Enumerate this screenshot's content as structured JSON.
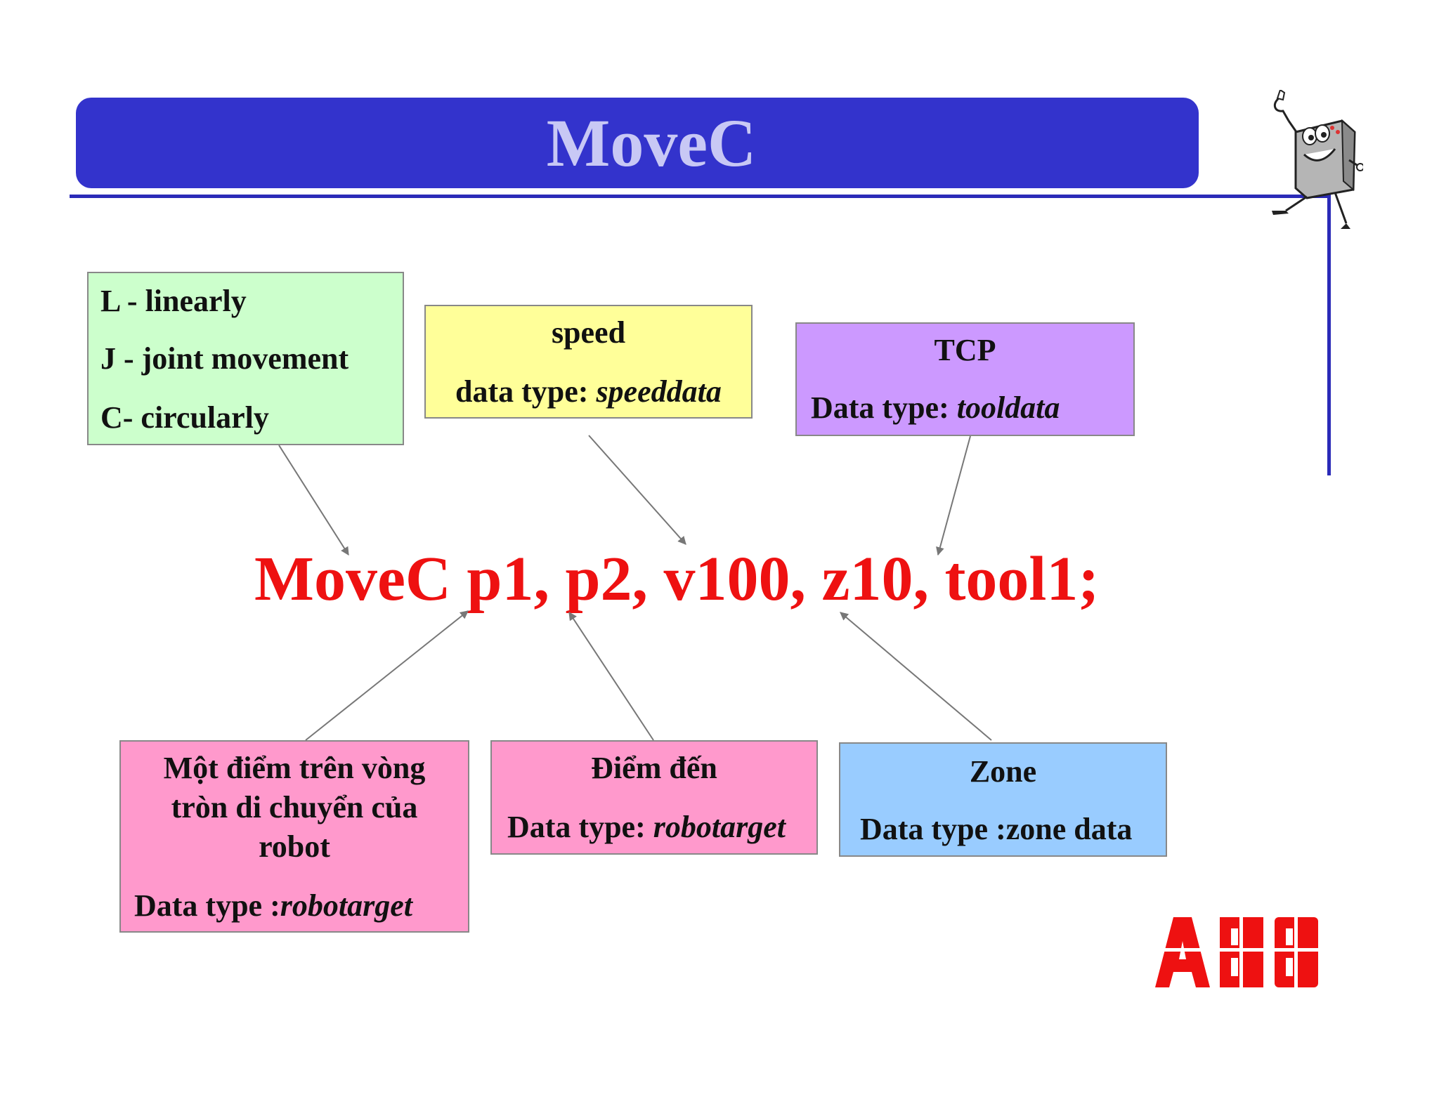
{
  "title": "MoveC",
  "motion_box": {
    "line1": "L -  linearly",
    "line2": "J -  joint movement",
    "line3": "C-  circularly"
  },
  "speed_box": {
    "heading": "speed",
    "type_prefix": "data type: ",
    "type_value": "speeddata"
  },
  "tcp_box": {
    "heading": "TCP",
    "type_prefix": "Data type: ",
    "type_value": "tooldata"
  },
  "instruction": "MoveC p1, p2, v100, z10, tool1;",
  "circle_point_box": {
    "line1": "Một điểm trên vòng",
    "line2": "tròn di chuyển của",
    "line3": "robot",
    "type_prefix": "Data type :",
    "type_value": "robotarget"
  },
  "target_box": {
    "heading": "Điểm đến",
    "type_prefix": "Data type: ",
    "type_value": "robotarget"
  },
  "zone_box": {
    "heading": "Zone",
    "type_line": "Data type :zone data"
  },
  "logo": {
    "text": "ABB",
    "color": "#ee1111"
  },
  "colors": {
    "title_bar": "#3333cc",
    "title_text": "#c8c8f5",
    "frame": "#2b2bb8",
    "instruction": "#ee1111",
    "motion_box": "#ccffcc",
    "speed_box": "#ffff99",
    "tcp_box": "#cc99ff",
    "circle_point_box": "#ff99cc",
    "target_box": "#ff99cc",
    "zone_box": "#99ccff",
    "arrow": "#777777"
  },
  "icons": {
    "mascot": "pointing-robot-mascot-icon",
    "logo": "abb-logo-icon"
  }
}
